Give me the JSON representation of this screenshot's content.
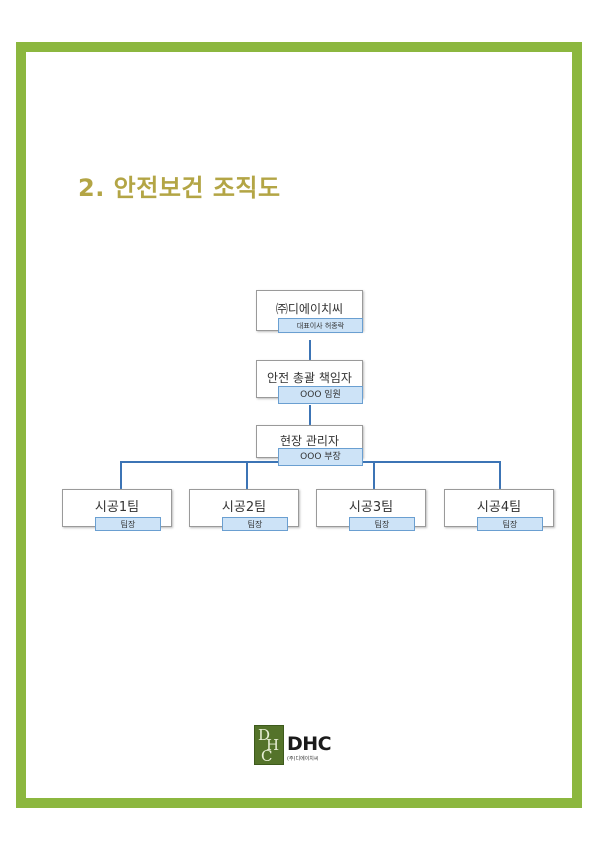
{
  "title": "2. 안전보건 조직도",
  "chart": {
    "company": {
      "name": "㈜디에이치씨",
      "sub": "대표이사 허종락"
    },
    "safety_head": {
      "name": "안전 총괄 책임자",
      "sub": "OOO 임원"
    },
    "site_manager": {
      "name": "현장 관리자",
      "sub": "OOO 부장"
    },
    "teams": [
      {
        "name": "시공1팀",
        "sub": "팀장"
      },
      {
        "name": "시공2팀",
        "sub": "팀장"
      },
      {
        "name": "시공3팀",
        "sub": "팀장"
      },
      {
        "name": "시공4팀",
        "sub": "팀장"
      }
    ]
  },
  "logo": {
    "mark_letters": [
      "D",
      "H",
      "C"
    ],
    "text": "DHC",
    "subtitle": "(주)디에이치씨"
  },
  "colors": {
    "frame": "#8cb73f",
    "title": "#b3a545",
    "connector": "#3c74b5",
    "sub_box_fill": "#cde3f7",
    "sub_box_border": "#6a9fd1"
  }
}
